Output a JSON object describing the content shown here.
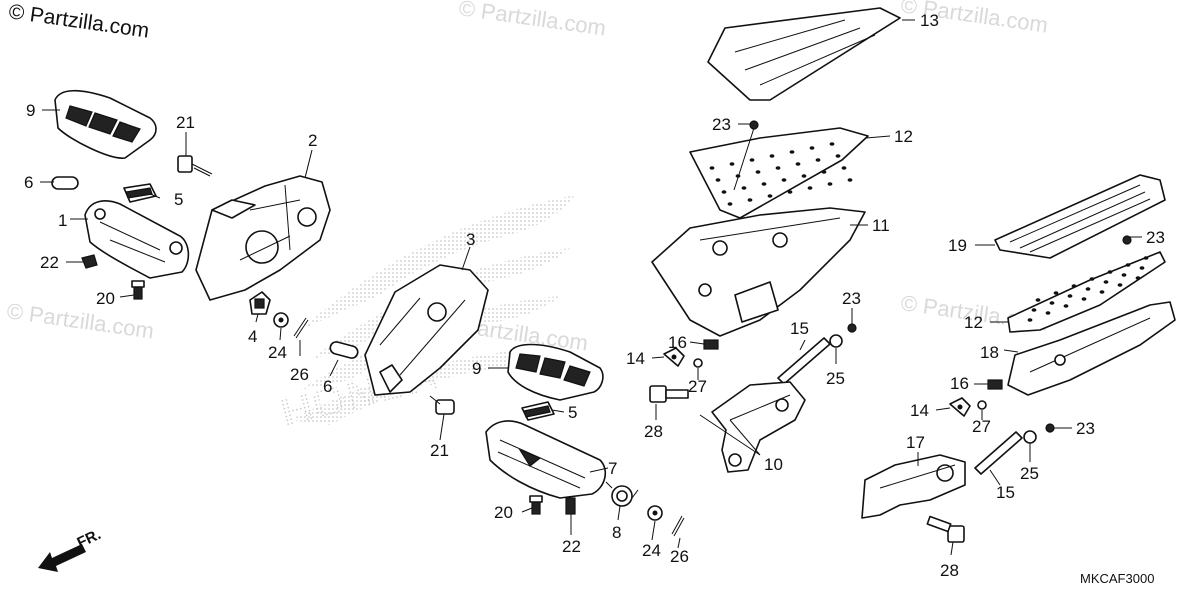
{
  "copyright": "© Partzilla.com",
  "watermark": "© Partzilla.com",
  "diagram_code": "MKCAF3000",
  "front_label": "FR.",
  "callouts": {
    "c1": "1",
    "c2": "2",
    "c3": "3",
    "c4": "4",
    "c5a": "5",
    "c5b": "5",
    "c6a": "6",
    "c6b": "6",
    "c7": "7",
    "c8": "8",
    "c9a": "9",
    "c9b": "9",
    "c10": "10",
    "c11": "11",
    "c12a": "12",
    "c12b": "12",
    "c13": "13",
    "c14a": "14",
    "c14b": "14",
    "c15a": "15",
    "c15b": "15",
    "c16a": "16",
    "c16b": "16",
    "c17": "17",
    "c18": "18",
    "c19": "19",
    "c20a": "20",
    "c20b": "20",
    "c21a": "21",
    "c21b": "21",
    "c22a": "22",
    "c22b": "22",
    "c23a": "23",
    "c23b": "23",
    "c23c": "23",
    "c23d": "23",
    "c24a": "24",
    "c24b": "24",
    "c25a": "25",
    "c25b": "25",
    "c26a": "26",
    "c26b": "26",
    "c27a": "27",
    "c27b": "27",
    "c28a": "28",
    "c28b": "28"
  }
}
